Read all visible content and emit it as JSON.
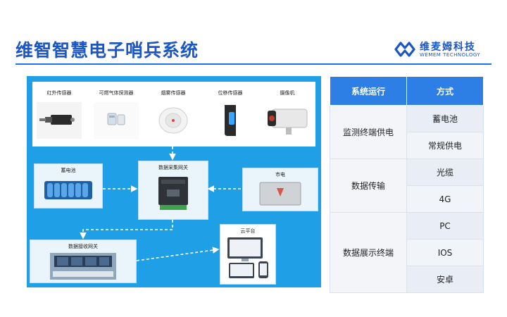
{
  "header": {
    "title": "维智智慧电子哨兵系统",
    "brand_cn": "维麦姆科技",
    "brand_en": "WEMEM TECHNOLOGY"
  },
  "diagram": {
    "sensors": [
      {
        "label": "红外传感器",
        "icon": "infrared-sensor-icon"
      },
      {
        "label": "可燃气体探测器",
        "icon": "gas-detector-icon"
      },
      {
        "label": "烟雾传感器",
        "icon": "smoke-sensor-icon"
      },
      {
        "label": "位移传感器",
        "icon": "displacement-sensor-icon"
      },
      {
        "label": "摄像机",
        "icon": "camera-icon"
      }
    ],
    "battery_label": "蓄电池",
    "gateway_label": "数据采集网关",
    "mains_label": "市电",
    "receiver_label": "数据接收网关",
    "cloud_label": "云平台"
  },
  "table": {
    "headers": [
      "系统运行",
      "方式"
    ],
    "groups": [
      {
        "category": "监测终端供电",
        "items": [
          "蓄电池",
          "常规供电"
        ]
      },
      {
        "category": "数据传输",
        "items": [
          "光缆",
          "4G"
        ]
      },
      {
        "category": "数据展示终端",
        "items": [
          "PC",
          "IOS",
          "安卓"
        ]
      }
    ]
  },
  "colors": {
    "brand": "#1a56c7",
    "accent": "#1f73e8",
    "diagram_bg": "#1e9fe6",
    "table_header": "#2d7fe6"
  }
}
